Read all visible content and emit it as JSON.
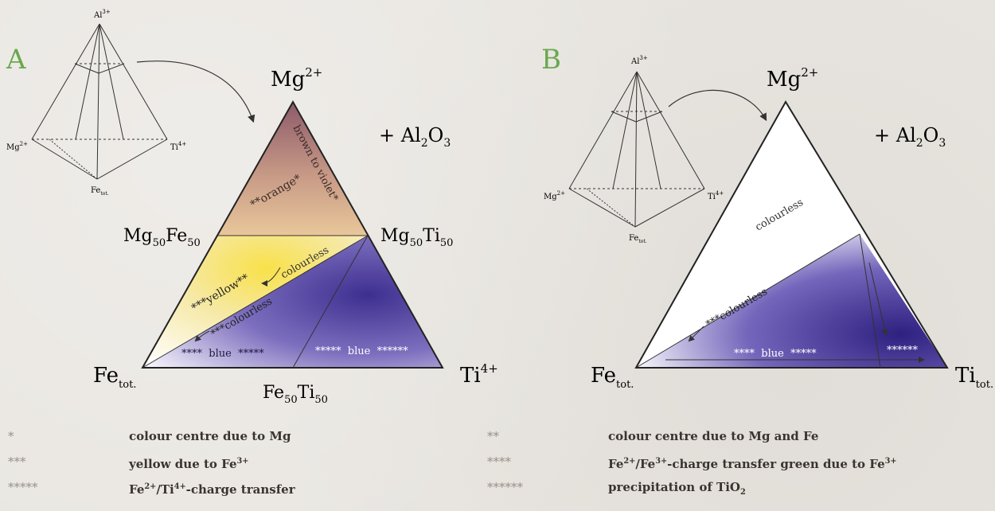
{
  "panels": {
    "A": {
      "letter": "A",
      "pyramid": {
        "apex": "Al",
        "apex_sup": "3+",
        "left": "Mg",
        "left_sup": "2+",
        "right": "Ti",
        "right_sup": "4+",
        "bottom": "Fe",
        "bottom_sub": "tot."
      },
      "vertex_top": "Mg",
      "vertex_top_sup": "2+",
      "vertex_left": "Fe",
      "vertex_left_sub": "tot.",
      "vertex_right": "Ti",
      "vertex_right_sup": "4+",
      "plus_label": "+ Al",
      "plus_sub": "2",
      "plus_tail": "O",
      "plus_tail_sub": "3",
      "mid_left": "Mg",
      "mid_left_sub1": "50",
      "mid_left_2": "Fe",
      "mid_left_sub2": "50",
      "mid_right": "Mg",
      "mid_right_sub1": "50",
      "mid_right_2": "Ti",
      "mid_right_sub2": "50",
      "mid_bottom": "Fe",
      "mid_bottom_sub1": "50",
      "mid_bottom_2": "Ti",
      "mid_bottom_sub2": "50",
      "labels": {
        "brown": "brown to violet*",
        "orange": "**orange*",
        "colourless1": "colourless",
        "yellow": "***yellow**",
        "colourless2": "***colourless",
        "blue_left": "****  blue  *****",
        "blue_right": "*****  blue  ******"
      }
    },
    "B": {
      "letter": "B",
      "pyramid": {
        "apex": "Al",
        "apex_sup": "3+",
        "left": "Mg",
        "left_sup": "2+",
        "right": "Ti",
        "right_sup": "4+",
        "bottom": "Fe",
        "bottom_sub": "tot."
      },
      "vertex_top": "Mg",
      "vertex_top_sup": "2+",
      "vertex_left": "Fe",
      "vertex_left_sub": "tot.",
      "vertex_right": "Ti",
      "vertex_right_sub": "tot.",
      "plus_label": "+ Al",
      "plus_sub": "2",
      "plus_tail": "O",
      "plus_tail_sub": "3",
      "labels": {
        "colourless1": "colourless",
        "colourless2": "***colourless",
        "blue": "****  blue  *****",
        "blue_right": "******"
      }
    }
  },
  "legend": [
    {
      "sym": "*",
      "text": "colour centre due to Mg"
    },
    {
      "sym": "**",
      "text": "colour centre due to Mg and Fe"
    },
    {
      "sym": "***",
      "text": "yellow due to Fe",
      "sup": "3+"
    },
    {
      "sym": "****",
      "text_a": "Fe",
      "sup_a": "2+",
      "text_b": "/Fe",
      "sup_b": "3+",
      "text_c": "-charge transfer green due to Fe",
      "sup_c": "3+"
    },
    {
      "sym": "*****",
      "text_a": "Fe",
      "sup_a": "2+",
      "text_b": "/Ti",
      "sup_b": "4+",
      "text_c": "-charge transfer"
    },
    {
      "sym": "******",
      "text": "precipitation of TiO",
      "sub": "2"
    }
  ],
  "colors": {
    "letter_green": "#6aa84f",
    "brown_violet": "#8b5a6e",
    "orange_yellow": "#f2d24a",
    "blue_violet": "#4b3a9a"
  }
}
